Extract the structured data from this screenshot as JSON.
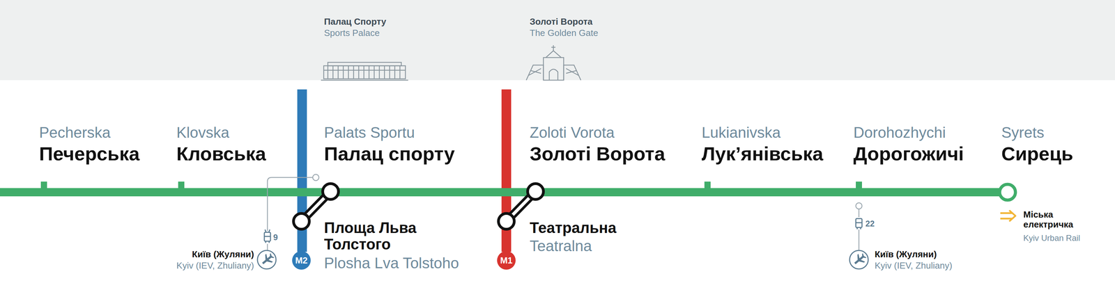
{
  "diagram": {
    "nodes": [
      {
        "text": [
          "M2"
        ]
      },
      {
        "text": [
          "M1"
        ]
      }
    ],
    "labels": [
      "Палац Спорту",
      "Sports Palace",
      "Золоті Ворота",
      "The Golden Gate",
      "Pecherska",
      "Печерська",
      "Klovska",
      "Кловська",
      "Palats Sportu",
      "Палац спорту",
      "Zoloti Vorota",
      "Золоті Ворота",
      "Lukianivska",
      "Лук’янівська",
      "Dorohozhychi",
      "Дорогожичі",
      "Syrets",
      "Сирець",
      "Площа Льва Толстого",
      "Plosha Lva Tolstoho",
      "Театральна",
      "Teatralna",
      "9",
      "Київ (Жуляни)",
      "Kyiv (IEV, Zhuliany)",
      "22",
      "Київ (Жуляни)",
      "Kyiv (IEV, Zhuliany)",
      "Міська електричка",
      "Kyiv Urban Rail"
    ]
  }
}
